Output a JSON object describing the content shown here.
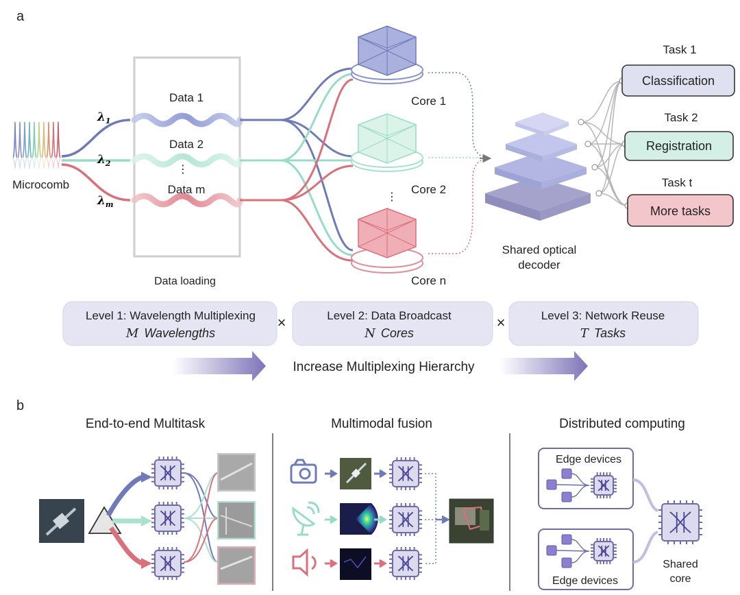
{
  "panel_a": {
    "label": "a",
    "microcomb": "Microcomb",
    "lambda": [
      {
        "sym": "λ",
        "sub": "1"
      },
      {
        "sym": "λ",
        "sub": "2"
      },
      {
        "sym": "λ",
        "sub": "m"
      }
    ],
    "data_items": [
      "Data 1",
      "Data 2",
      "⋮",
      "Data m"
    ],
    "data_loading": "Data loading",
    "cores": [
      "Core 1",
      "Core 2",
      "Core n"
    ],
    "core_dots": "⋮",
    "decoder": [
      "Shared optical",
      "decoder"
    ],
    "tasks": [
      {
        "title": "Task 1",
        "label": "Classification",
        "color": "#dfe1f1"
      },
      {
        "title": "Task 2",
        "label": "Registration",
        "color": "#d3efe6"
      },
      {
        "title": "Task t",
        "label": "More tasks",
        "color": "#f3c6cc"
      }
    ],
    "levels": [
      {
        "title": "Level 1: Wavelength Multiplexing",
        "var": "M",
        "unit": "Wavelengths"
      },
      {
        "title": "Level 2: Data Broadcast",
        "var": "N",
        "unit": "Cores"
      },
      {
        "title": "Level 3: Network Reuse",
        "var": "T",
        "unit": "Tasks"
      }
    ],
    "times": "×",
    "hierarchy": "Increase Multiplexing Hierarchy",
    "colors": {
      "blue": "#6f7bb8",
      "teal": "#98dcc8",
      "red": "#d9707c",
      "purple": "#7c74b8"
    }
  },
  "panel_b": {
    "label": "b",
    "sections": [
      "End-to-end Multitask",
      "Multimodal fusion",
      "Distributed computing"
    ],
    "edge_devices": [
      "Edge devices",
      "Edge devices"
    ],
    "shared_core": [
      "Shared",
      "core"
    ]
  }
}
